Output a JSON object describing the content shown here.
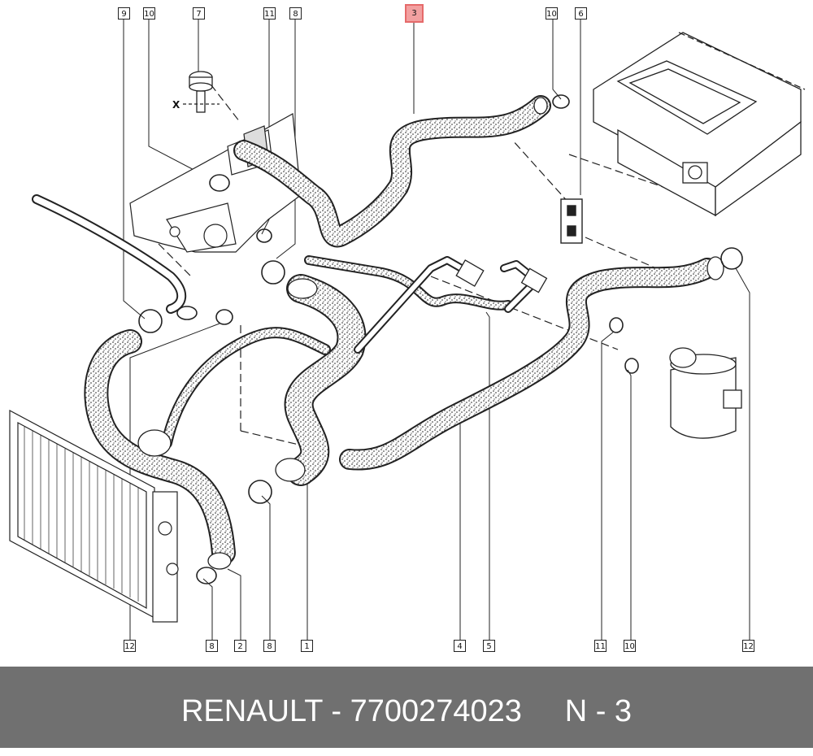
{
  "diagram": {
    "callouts": {
      "top_9": "9",
      "top_10a": "10",
      "top_7": "7",
      "top_11": "11",
      "top_8": "8",
      "top_3": "3",
      "top_10b": "10",
      "top_6": "6",
      "bottom_12a": "12",
      "bottom_8a": "8",
      "bottom_2": "2",
      "bottom_8b": "8",
      "bottom_1": "1",
      "bottom_4": "4",
      "bottom_5": "5",
      "bottom_11": "11",
      "bottom_10": "10",
      "bottom_12b": "12"
    },
    "highlight_color": "#f2a0a0",
    "axis_mark": "X"
  },
  "footer": {
    "text": "RENAULT - 7700274023     N - 3"
  }
}
